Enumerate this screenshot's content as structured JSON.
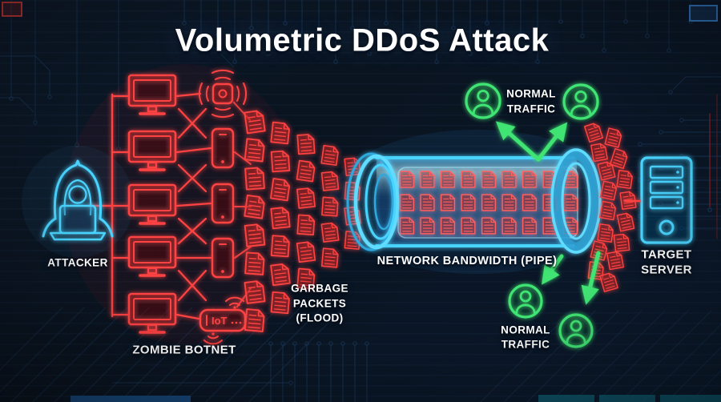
{
  "title": "Volumetric DDoS Attack",
  "colors": {
    "background": "#0a1420",
    "red": "#ff4343",
    "red_bright": "#ff6060",
    "red_dim": "#8a2020",
    "cyan": "#4ad4ff",
    "cyan_deep": "#2fa9de",
    "green": "#3fe473",
    "circuit": "#1d4066",
    "text": "#ffffff"
  },
  "labels": {
    "attacker": "ATTACKER",
    "zombie_botnet": "ZOMBIE BOTNET",
    "garbage_line1": "GARBAGE",
    "garbage_line2": "PACKETS",
    "garbage_line3": "(FLOOD)",
    "network_bandwidth": "NETWORK BANDWIDTH (PIPE)",
    "normal_top_line1": "NORMAL",
    "normal_top_line2": "TRAFFIC",
    "normal_bottom_line1": "NORMAL",
    "normal_bottom_line2": "TRAFFIC",
    "target_line1": "TARGET",
    "target_line2": "SERVER",
    "iot_device": "IoT"
  },
  "icons": {
    "attacker": "hooded-hacker-with-laptop",
    "botnet_node": "desktop-monitor",
    "device_row1": "smart-speaker-broadcast",
    "device_rows2to4": "smartphone",
    "device_row5": "iot-router-wifi",
    "packet": "document-packet",
    "pipe": "neon-cylinder-pipe",
    "normal_user": "user-in-circle",
    "target": "server-tower",
    "deflect_arrow": "green-arrow"
  },
  "diagram": {
    "botnet": {
      "monitor_count": 5,
      "device_types": [
        "smart-speaker",
        "smartphone",
        "smartphone",
        "smartphone",
        "iot-router"
      ]
    },
    "flood_funnel_columns": [
      8,
      7,
      6,
      5,
      4
    ],
    "pipe_grid": {
      "rows": 3,
      "cols": 9
    },
    "burst_packets": 16,
    "normal_users_top": 2,
    "normal_users_bottom": 2
  }
}
